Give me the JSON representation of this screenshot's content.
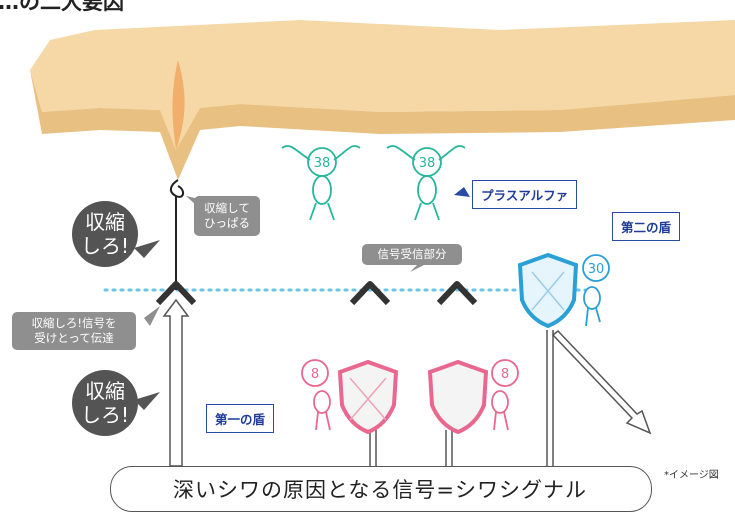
{
  "title_fragment": "…の二大要因",
  "labels": {
    "shrink_big_top": "収縮\nしろ!",
    "shrink_pull": "収縮して\nひっぱる",
    "signal_receptor": "信号受信部分",
    "plus_alpha": "プラスアルファ",
    "second_shield": "第二の盾",
    "first_shield": "第一の盾",
    "shrink_signal_transmit": "収縮しろ!信号を\n受けとって伝達",
    "shrink_big_bottom": "収縮\nしろ!"
  },
  "badges": {
    "green_a": "38",
    "green_b": "38",
    "blue": "30",
    "pink_a": "8",
    "pink_b": "8"
  },
  "bottom_caption": "深いシワの原因となる信号=シワシグナル",
  "note": "*イメージ図",
  "colors": {
    "skin_top": "#f6d7a6",
    "skin_side": "#e8c081",
    "green": "#27b69c",
    "blue": "#2aa0d6",
    "pink": "#e8688f",
    "dots": "#6ec3e6",
    "dark": "#545454",
    "grey": "#8f8f8f",
    "navy": "#1f3c9a"
  }
}
